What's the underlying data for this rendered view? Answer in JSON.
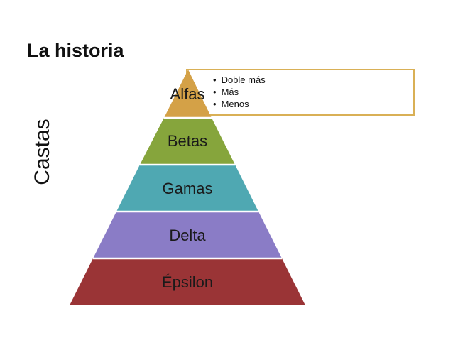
{
  "title": "La historia",
  "side_label": "Castas",
  "levels": [
    {
      "label": "Alfas",
      "color": "#d4a147"
    },
    {
      "label": "Betas",
      "color": "#86a53c"
    },
    {
      "label": "Gamas",
      "color": "#4fa8b2"
    },
    {
      "label": "Delta",
      "color": "#8a7cc6"
    },
    {
      "label": "Épsilon",
      "color": "#9a3436"
    }
  ],
  "detail": {
    "items": [
      "Doble más",
      "Más",
      "Menos"
    ],
    "border_color": "#d9b056"
  }
}
